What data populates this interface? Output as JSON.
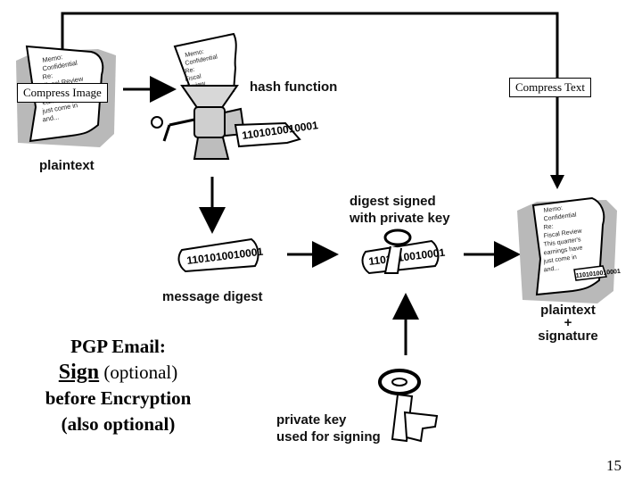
{
  "buttons": {
    "compress_image": "Compress Image",
    "compress_text": "Compress Text"
  },
  "labels": {
    "hash_function": "hash function",
    "plaintext": "plaintext",
    "message_digest": "message digest",
    "digest_signed_line1": "digest signed",
    "digest_signed_line2": "with private key",
    "plaintext_sig_line1": "plaintext",
    "plaintext_sig_line2": "+",
    "plaintext_sig_line3": "signature",
    "private_key_line1": "private key",
    "private_key_line2": "used for signing"
  },
  "caption": {
    "line1": "PGP Email:",
    "sign": "Sign",
    "optional": "(optional)",
    "line3": "before Encryption",
    "line4": "(also optional)"
  },
  "docs": {
    "plaintext": [
      "Memo:",
      "Confidential",
      "Re:",
      "Fiscal Review",
      "This quarter's",
      "earnings have",
      "just come in",
      "and..."
    ],
    "funnel": [
      "Memo:",
      "Confidential",
      "Re:",
      "Fiscal",
      "Review"
    ],
    "signed": [
      "Memo:",
      "Confidential",
      "Re:",
      "Fiscal Review",
      "This quarter's",
      "earnings have",
      "just come in",
      "and..."
    ]
  },
  "digest_bits": "1101010010001",
  "page_number": "15"
}
